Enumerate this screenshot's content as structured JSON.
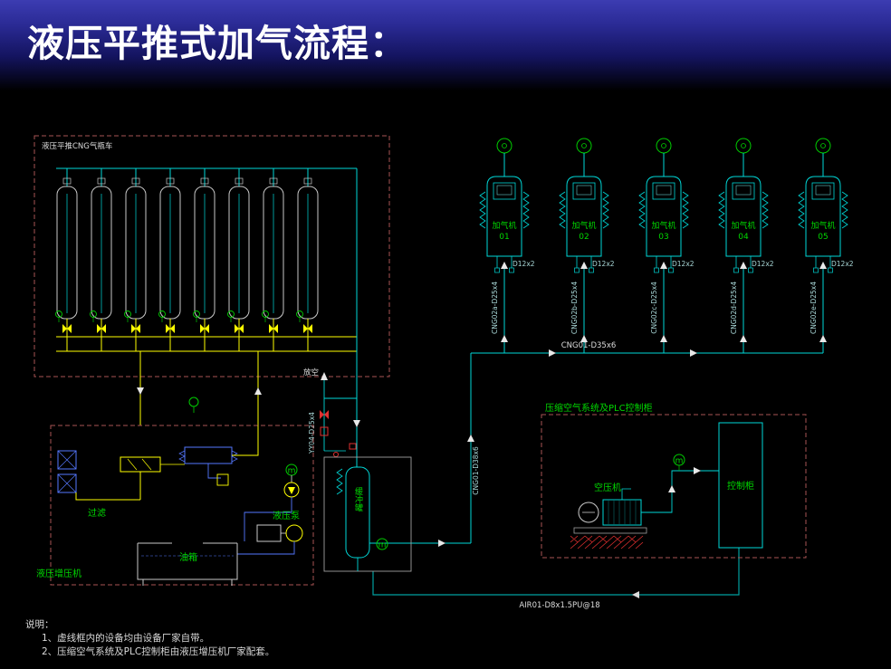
{
  "title": "液压平推式加气流程：",
  "diagram": {
    "trailer": {
      "label": "液压平推CNG气瓶车"
    },
    "dispensers": {
      "name": "加气机",
      "units": [
        {
          "no": "01",
          "riser_label": "CNG02a-D25x4",
          "hose_label": "D12x2"
        },
        {
          "no": "02",
          "riser_label": "CNG02b-D25x4",
          "hose_label": "D12x2"
        },
        {
          "no": "03",
          "riser_label": "CNG02c-D25x4",
          "hose_label": "D12x2"
        },
        {
          "no": "04",
          "riser_label": "CNG02d-D25x4",
          "hose_label": "D12x2"
        },
        {
          "no": "05",
          "riser_label": "CNG02e-D25x4",
          "hose_label": "D12x2"
        }
      ]
    },
    "pipes": {
      "main_header": "CNG01-D35x6",
      "buffer_riser": "CNG01-D38x6",
      "air_line": "AIR01-D8x1.5PU@18",
      "vent": "放空",
      "vent_pipe": "YY04-D25x4"
    },
    "hydraulic": {
      "box_label": "液压增压机",
      "filter": "过滤",
      "pump": "液压泵",
      "oil_tank": "油箱"
    },
    "buffer_tank": {
      "label": "缓冲罐"
    },
    "air_plc": {
      "box_label": "压缩空气系统及PLC控制柜",
      "compressor": "空压机",
      "cabinet": "控制柜"
    },
    "symbols": {
      "motor": "m"
    },
    "notes": {
      "heading": "说明：",
      "items": [
        "1、虚线框内的设备均由设备厂家自带。",
        "2、压缩空气系统及PLC控制柜由液压增压机厂家配套。"
      ]
    }
  }
}
